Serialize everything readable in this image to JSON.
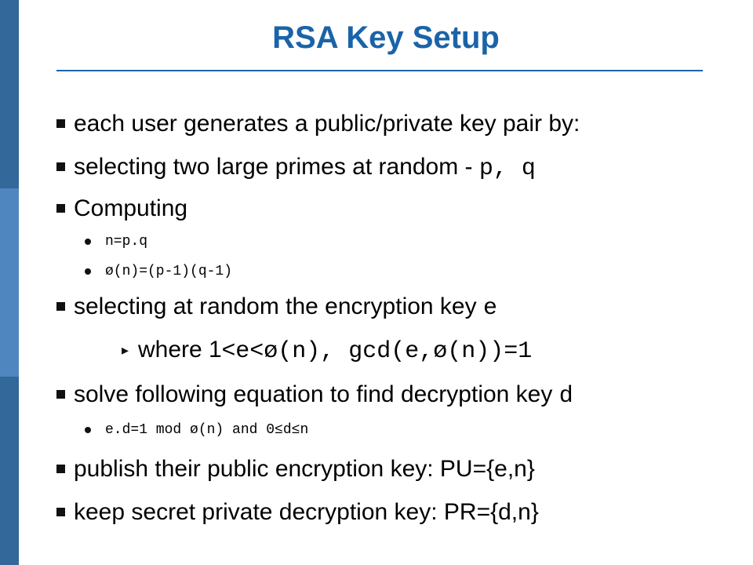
{
  "slide": {
    "title": "RSA Key Setup",
    "bullets": {
      "b1": {
        "text": "each user generates a public/private key pair by:"
      },
      "b2": {
        "text": "selecting two large primes at random - ",
        "code": "p, q"
      },
      "b3": {
        "text": "Computing"
      },
      "b3a": {
        "code": "n=p.q"
      },
      "b3b": {
        "code": "ø(n)=(p-1)(q-1)"
      },
      "b4": {
        "text": "selecting at random the encryption key ",
        "code": "e"
      },
      "b4a": {
        "text": "where 1<",
        "code": "e<ø(n), gcd(e,ø(n))=1"
      },
      "b5": {
        "text": "solve following equation to find decryption key ",
        "code": "d"
      },
      "b5a": {
        "code": "e.d=1 mod ø(n) and 0≤d≤n"
      },
      "b6": {
        "text": "publish their public encryption key: PU={e,n}"
      },
      "b7": {
        "text": "keep secret private decryption key: PR={d,n}"
      }
    }
  }
}
